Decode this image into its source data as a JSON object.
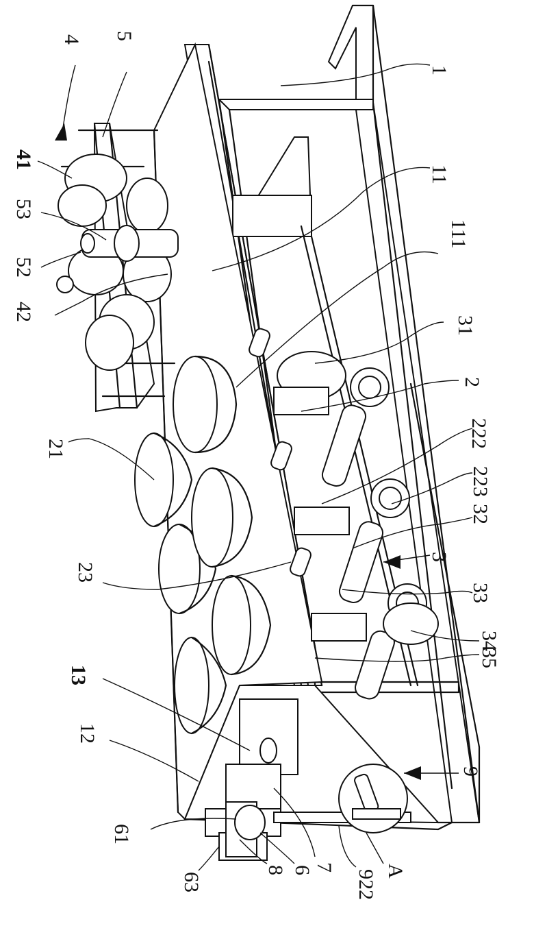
{
  "figure": {
    "labels": [
      {
        "id": "l-1",
        "text": "1"
      },
      {
        "id": "l-11",
        "text": "11"
      },
      {
        "id": "l-111",
        "text": "111"
      },
      {
        "id": "l-31",
        "text": "31"
      },
      {
        "id": "l-2",
        "text": "2"
      },
      {
        "id": "l-222",
        "text": "222"
      },
      {
        "id": "l-223",
        "text": "223"
      },
      {
        "id": "l-32",
        "text": "32"
      },
      {
        "id": "l-3",
        "text": "3"
      },
      {
        "id": "l-33",
        "text": "33"
      },
      {
        "id": "l-34",
        "text": "34"
      },
      {
        "id": "l-35",
        "text": "35"
      },
      {
        "id": "l-9",
        "text": "9"
      },
      {
        "id": "l-A",
        "text": "A"
      },
      {
        "id": "l-922",
        "text": "922"
      },
      {
        "id": "l-7",
        "text": "7"
      },
      {
        "id": "l-6",
        "text": "6"
      },
      {
        "id": "l-8",
        "text": "8"
      },
      {
        "id": "l-63",
        "text": "63"
      },
      {
        "id": "l-61",
        "text": "61"
      },
      {
        "id": "l-12",
        "text": "12"
      },
      {
        "id": "l-13",
        "text": "13"
      },
      {
        "id": "l-23",
        "text": "23"
      },
      {
        "id": "l-21",
        "text": "21"
      },
      {
        "id": "l-42",
        "text": "42"
      },
      {
        "id": "l-52",
        "text": "52"
      },
      {
        "id": "l-53",
        "text": "53"
      },
      {
        "id": "l-41",
        "text": "41"
      },
      {
        "id": "l-4",
        "text": "4"
      },
      {
        "id": "l-5",
        "text": "5"
      }
    ]
  }
}
